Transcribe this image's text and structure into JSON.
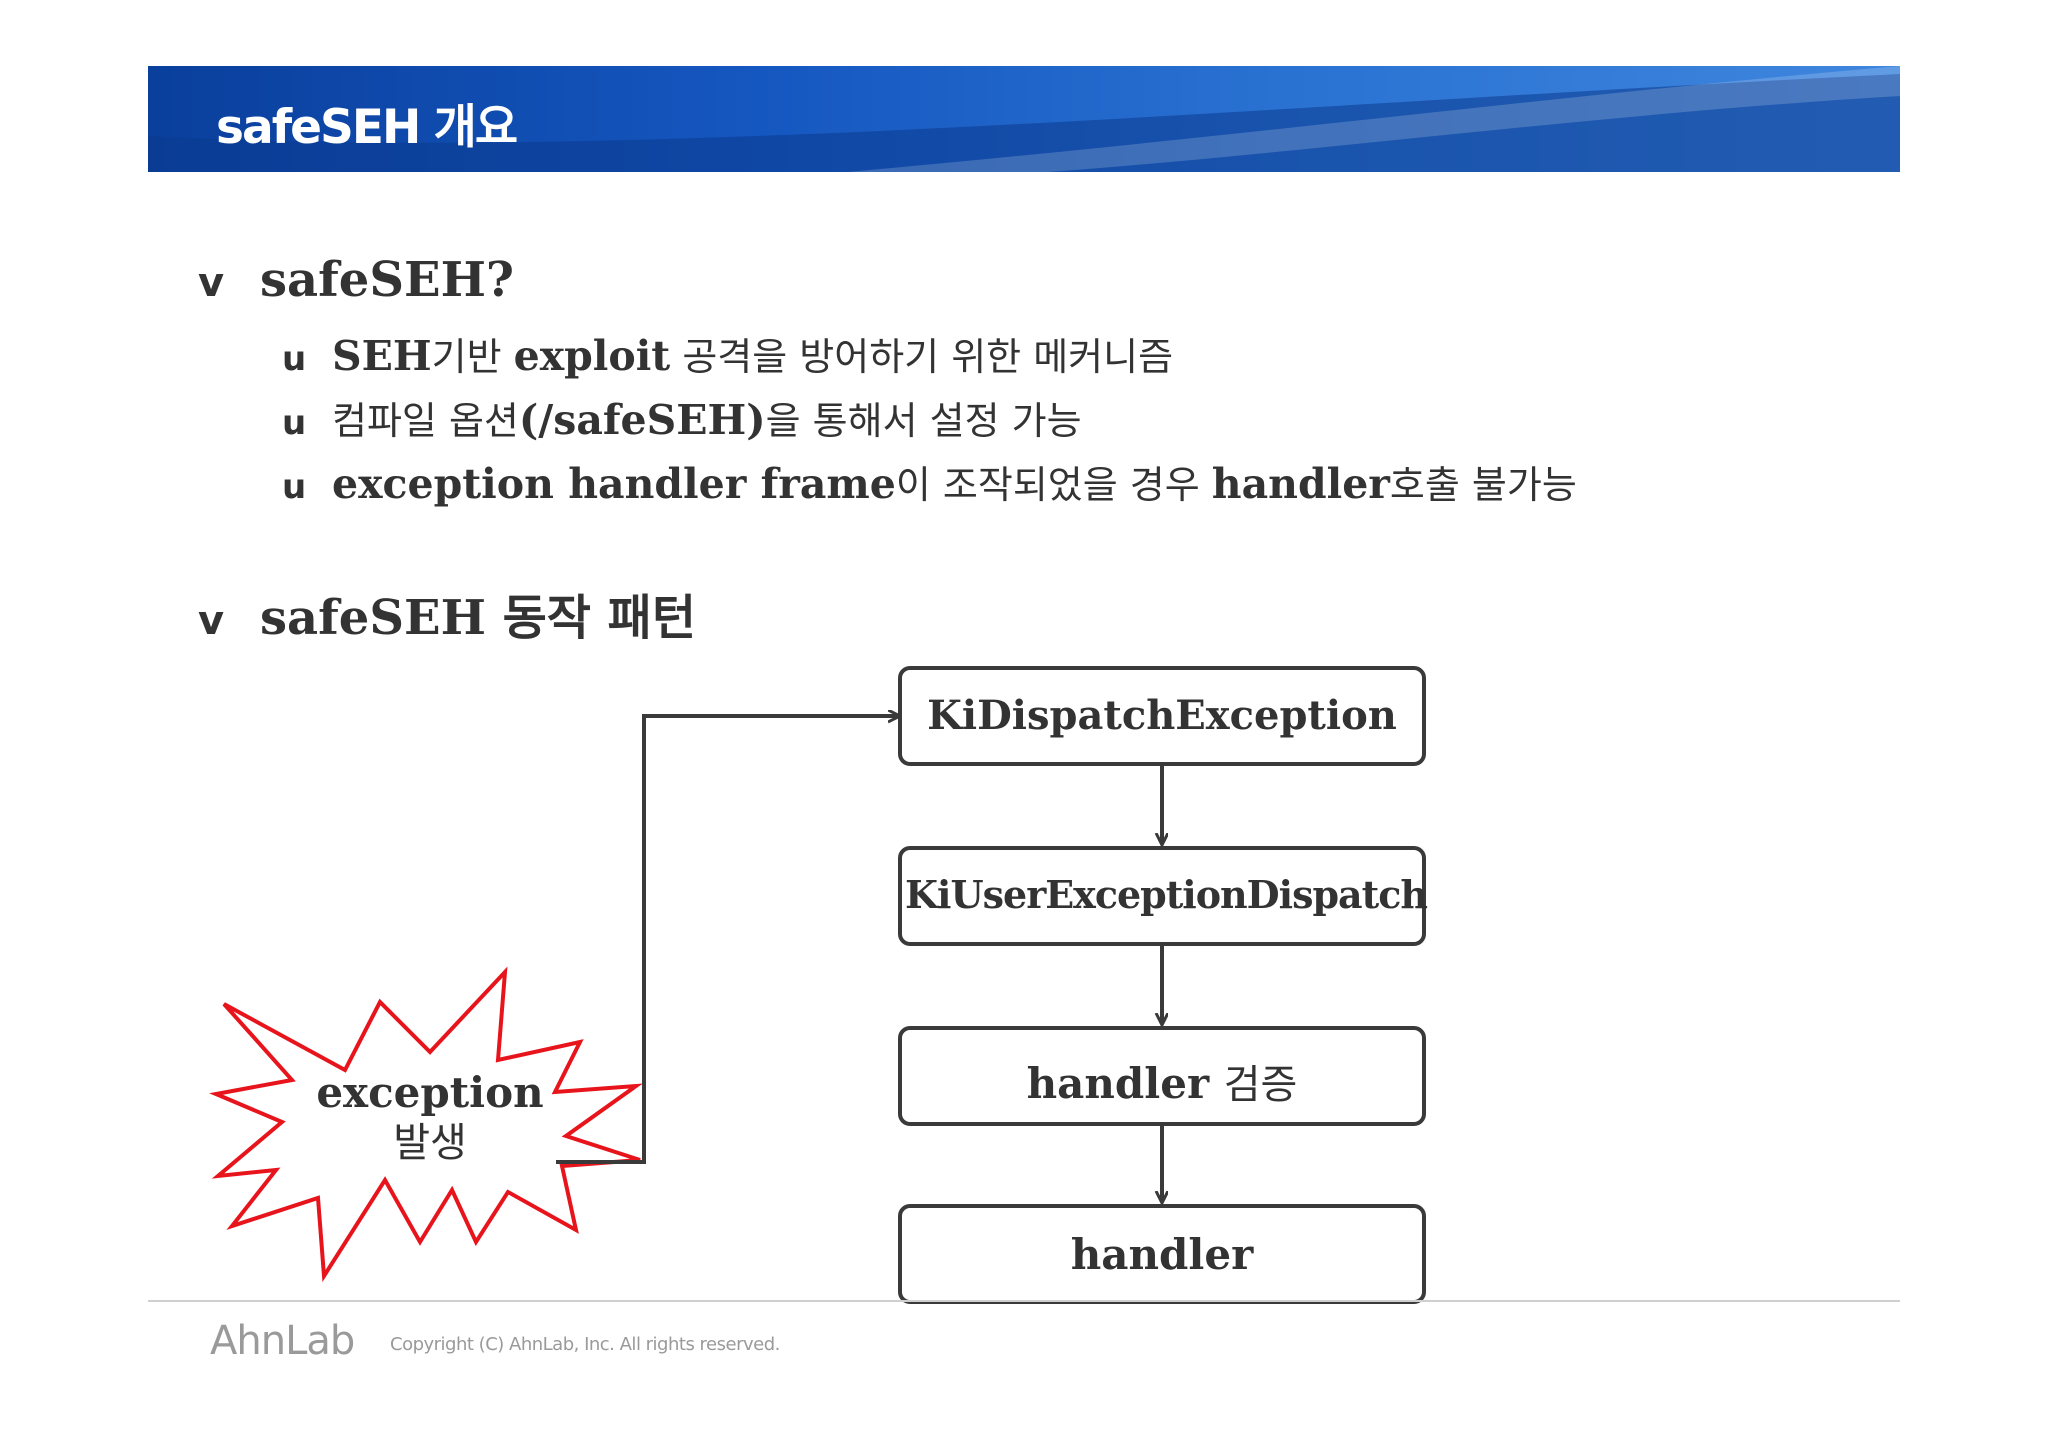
{
  "header": {
    "title": "safeSEH 개요"
  },
  "section1": {
    "marker": "v",
    "title": "safeSEH?",
    "bullets": [
      {
        "marker": "u",
        "parts": [
          "SEH",
          "기반 ",
          "exploit",
          " 공격을 방어하기 위한 메커니즘"
        ]
      },
      {
        "marker": "u",
        "parts": [
          "컴파일 옵션",
          "(/safeSEH)",
          "을 통해서 설정 가능"
        ]
      },
      {
        "marker": "u",
        "parts": [
          "exception handler frame",
          "이 조작되었을 경우 ",
          "handler",
          "호출 불가능"
        ]
      }
    ]
  },
  "section2": {
    "marker": "v",
    "title_en": "safeSEH",
    "title_ko": "동작 패턴"
  },
  "diagram": {
    "burst": {
      "line1": "exception",
      "line2": "발생"
    },
    "boxes": [
      {
        "en": "KiDispatchException",
        "ko": ""
      },
      {
        "en": "KiUserExceptionDispatch",
        "ko": ""
      },
      {
        "en": "handler",
        "ko": "검증"
      },
      {
        "en": "handler",
        "ko": ""
      }
    ],
    "colors": {
      "burst": "#e8141c",
      "box": "#3a3a3a",
      "arrow": "#3a3a3a"
    }
  },
  "footer": {
    "logo": "AhnLab",
    "copyright": "Copyright (C) AhnLab, Inc. All rights reserved."
  },
  "theme": {
    "banner": "#1557c0",
    "text": "#333333"
  }
}
